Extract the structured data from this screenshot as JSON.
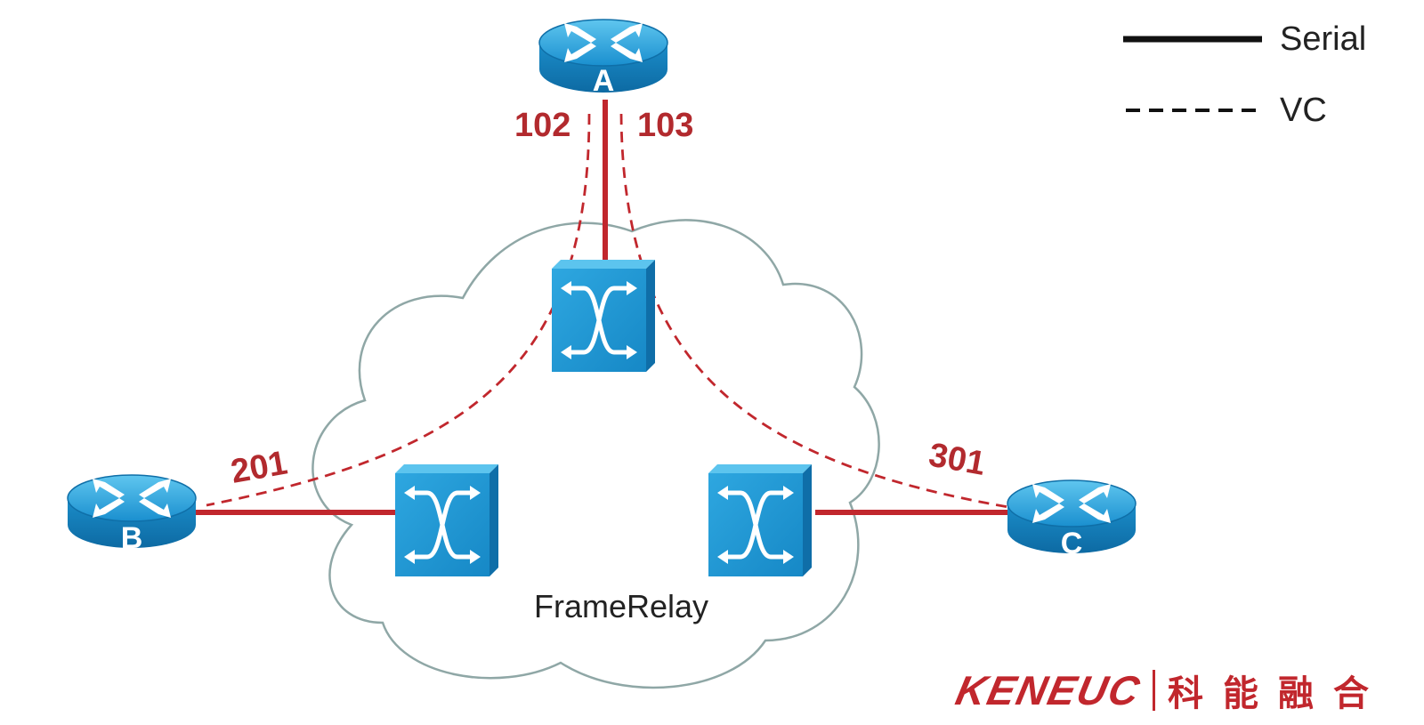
{
  "legend": {
    "serial_label": "Serial",
    "vc_label": "VC"
  },
  "routers": {
    "a": "A",
    "b": "B",
    "c": "C"
  },
  "dlci": {
    "a_to_b": "102",
    "a_to_c": "103",
    "b_to_a": "201",
    "c_to_a": "301"
  },
  "cloud": {
    "label": "FrameRelay"
  },
  "brand": {
    "name_en": "KENEUC",
    "name_cn": "科能融合"
  },
  "colors": {
    "link_red": "#c1272d",
    "device_blue": "#1b9ad6",
    "cloud_outline": "#8fa7a6"
  }
}
